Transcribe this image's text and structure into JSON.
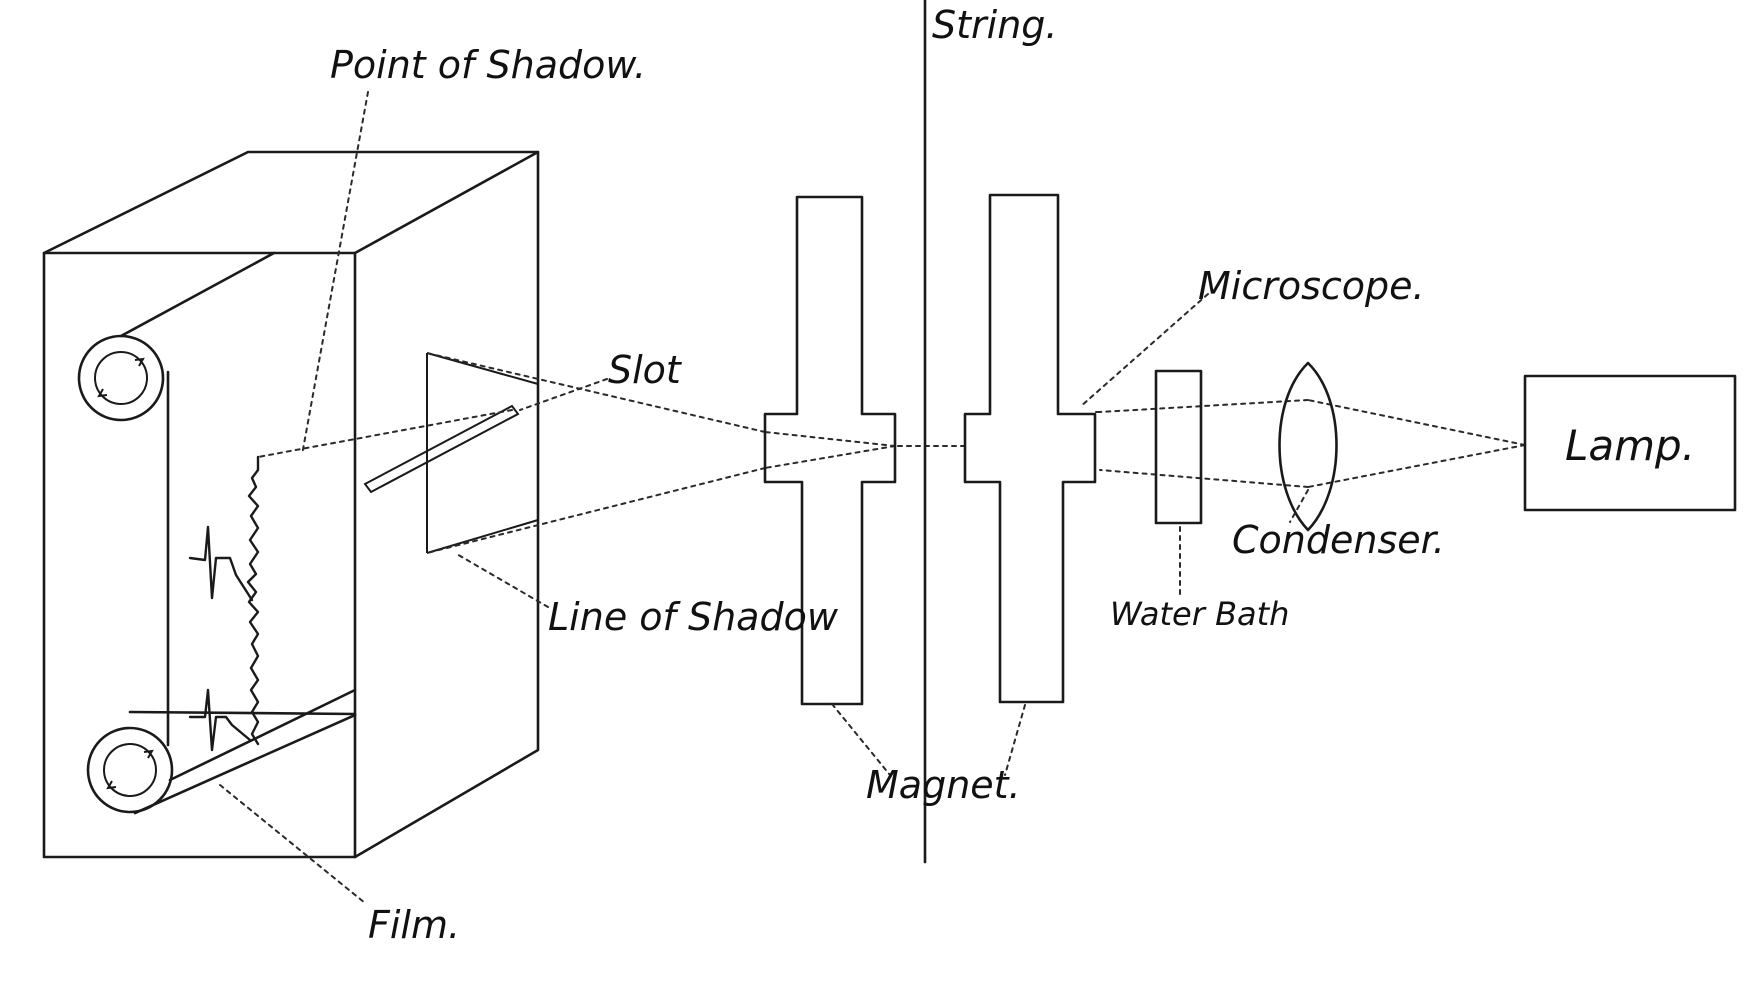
{
  "labels": {
    "point_of_shadow": "Point of Shadow.",
    "string": "String.",
    "slot": "Slot",
    "microscope": "Microscope.",
    "lamp": "Lamp.",
    "condenser": "Condenser.",
    "water_bath": "Water Bath",
    "line_of_shadow": "Line of Shadow",
    "magnet": "Magnet.",
    "film": "Film."
  }
}
